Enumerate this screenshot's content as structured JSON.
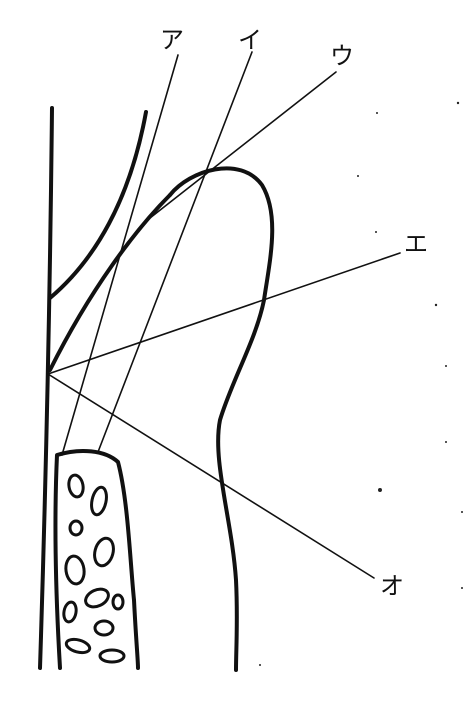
{
  "labels": {
    "a": "ア",
    "i": "イ",
    "u": "ウ",
    "e": "エ",
    "o": "オ"
  },
  "colors": {
    "ink": "#111111",
    "background": "#ffffff"
  }
}
